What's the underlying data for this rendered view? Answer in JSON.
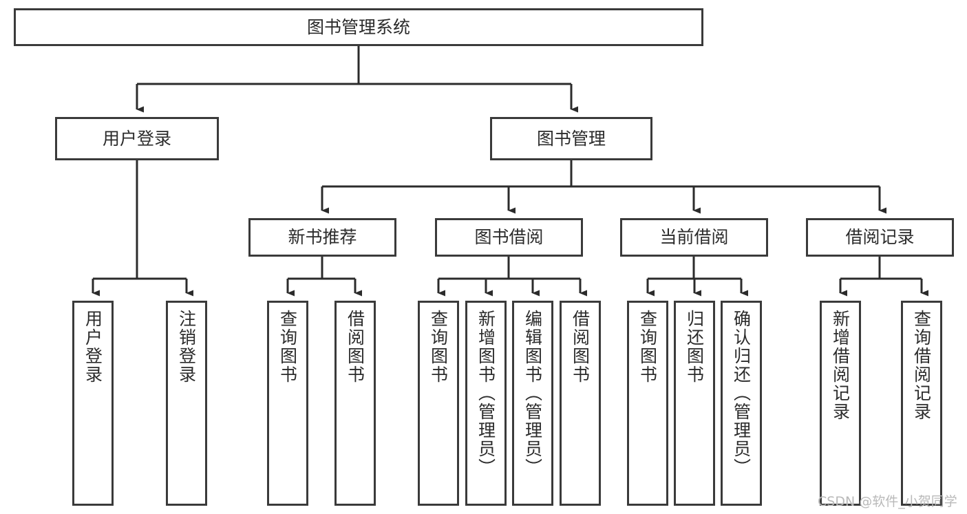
{
  "diagram": {
    "title": "图书管理系统",
    "type": "function-structure-tree",
    "watermark": "CSDN @软件_小贺同学",
    "colors": {
      "node_border": "#3a3a3a",
      "node_fill": "#ffffff",
      "edge": "#2b2b2b",
      "text": "#2b2b2b",
      "background": "#ffffff",
      "watermark": "#b9b9b9"
    },
    "levels": {
      "root": [
        "图书管理系统"
      ],
      "level2": [
        "用户登录",
        "图书管理"
      ],
      "level3": [
        "新书推荐",
        "图书借阅",
        "当前借阅",
        "借阅记录"
      ],
      "leaves": [
        "用户登录",
        "注销登录",
        "查询图书",
        "借阅图书",
        "查询图书",
        "新增图书（管理员）",
        "编辑图书（管理员）",
        "借阅图书",
        "查询图书",
        "归还图书",
        "确认归还（管理员）",
        "新增借阅记录",
        "查询借阅记录"
      ]
    },
    "nodes": {
      "root": {
        "label": "图书管理系统"
      },
      "user_login": {
        "label": "用户登录"
      },
      "book_manage": {
        "label": "图书管理"
      },
      "new_book_rec": {
        "label": "新书推荐"
      },
      "book_borrow": {
        "label": "图书借阅"
      },
      "current_borrow": {
        "label": "当前借阅"
      },
      "borrow_record": {
        "label": "借阅记录"
      },
      "leaf_user_login": {
        "label": "用户登录"
      },
      "leaf_logout": {
        "label": "注销登录"
      },
      "leaf_query_book_1": {
        "label": "查询图书"
      },
      "leaf_borrow_book_1": {
        "label": "借阅图书"
      },
      "leaf_query_book_2": {
        "label": "查询图书"
      },
      "leaf_add_book_admin": {
        "label": "新增图书（管理员）"
      },
      "leaf_edit_book_admin": {
        "label": "编辑图书（管理员）"
      },
      "leaf_borrow_book_2": {
        "label": "借阅图书"
      },
      "leaf_query_book_3": {
        "label": "查询图书"
      },
      "leaf_return_book": {
        "label": "归还图书"
      },
      "leaf_confirm_return_admin": {
        "label": "确认归还（管理员）"
      },
      "leaf_add_borrow_record": {
        "label": "新增借阅记录"
      },
      "leaf_query_borrow_record": {
        "label": "查询借阅记录"
      }
    }
  }
}
